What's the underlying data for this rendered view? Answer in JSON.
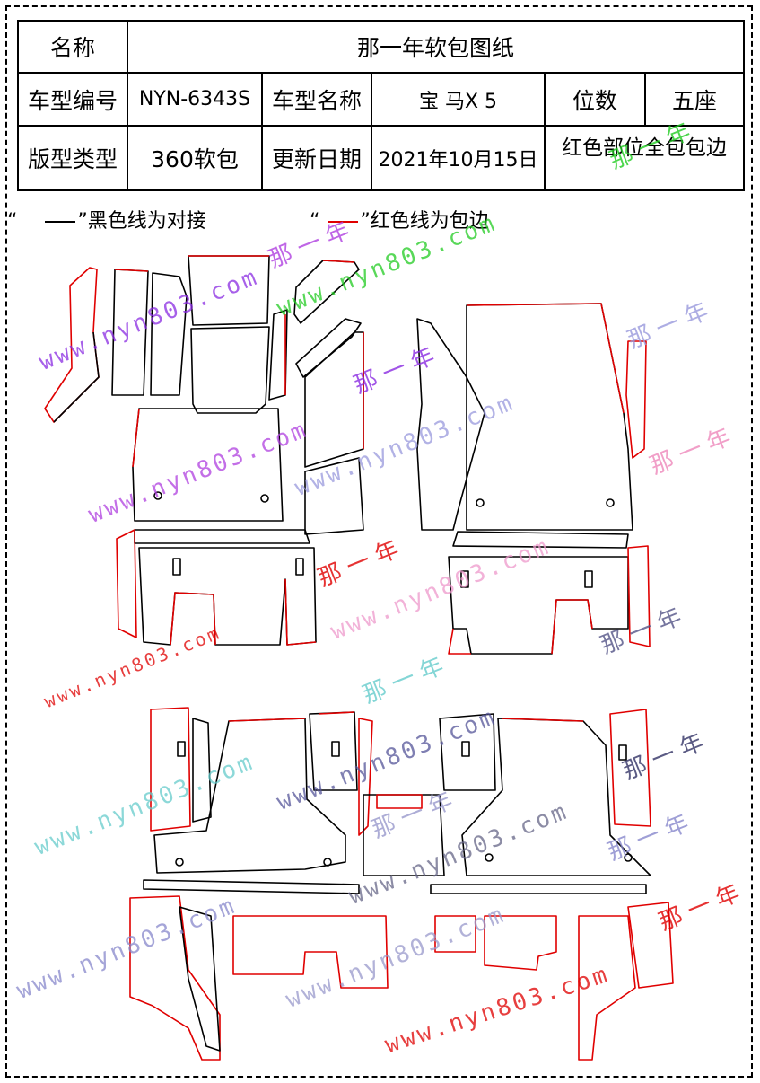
{
  "table": {
    "r1": {
      "label": "名称",
      "value": "那一年软包图纸"
    },
    "r2": {
      "l1": "车型编号",
      "v1": "NYN-6343S",
      "l2": "车型名称",
      "v2": "宝 马X 5",
      "l3": "位数",
      "v3": "五座"
    },
    "r3": {
      "l1": "版型类型",
      "v1": "360软包",
      "l2": "更新日期",
      "v2": "2021年10月15日",
      "note": "红色部位全包包边"
    }
  },
  "legend": {
    "black_quote_open": "“",
    "black_text": "”黑色线为对接",
    "red_quote_open": "“",
    "red_text": "”红色线为包边"
  },
  "colors": {
    "cut_line": "#000000",
    "hem_line": "#e00000"
  },
  "watermarks": {
    "url": "www.nyn803.com",
    "brand": "那一年"
  }
}
